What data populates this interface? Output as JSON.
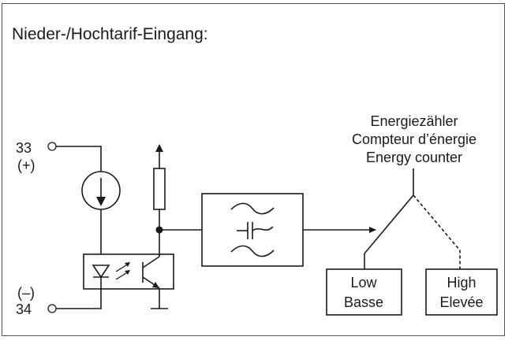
{
  "diagram": {
    "title": "Nieder-/Hochtarif-Eingang:",
    "terminals": {
      "t33_number": "33",
      "t33_sign": "(+)",
      "t34_sign": "(–)",
      "t34_number": "34"
    },
    "counter": {
      "line1": "Energiezähler",
      "line2": "Compteur d’énergie",
      "line3": "Energy counter"
    },
    "low_box": {
      "line1": "Low",
      "line2": "Basse"
    },
    "high_box": {
      "line1": "High",
      "line2": "Elevée"
    }
  }
}
